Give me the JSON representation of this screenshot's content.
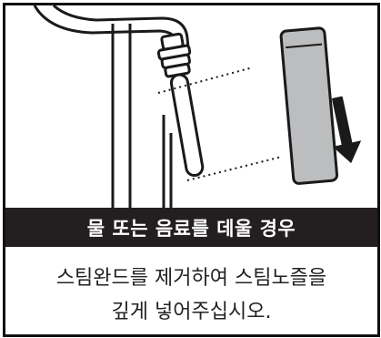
{
  "header": {
    "title": "물 또는 음료를 데울 경우"
  },
  "instruction": {
    "line1": "스팀완드를 제거하여 스팀노즐을",
    "line2": "깊게 넣어주십시오."
  },
  "illustration": {
    "icons": [
      "steam-wand-icon",
      "steam-nozzle-icon",
      "steam-pipe-icon",
      "removal-arrow-icon"
    ]
  },
  "colors": {
    "band_background": "#231f20",
    "band_text": "#ffffff",
    "border": "#111111",
    "wand_fill": "#bcbdbf",
    "arrow": "#1a1a1a"
  }
}
